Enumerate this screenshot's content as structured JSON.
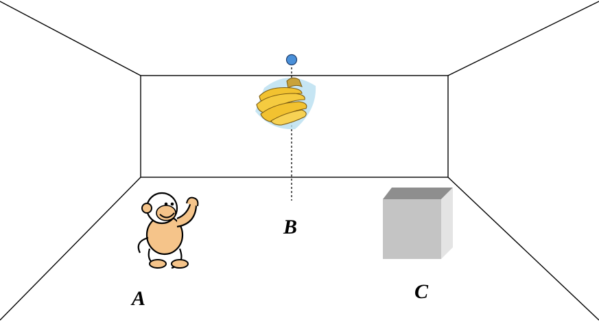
{
  "labels": {
    "a": "A",
    "b": "B",
    "c": "C"
  },
  "colors": {
    "line": "#000000",
    "ceiling_hook": "#4a90d9",
    "banana": "#f2c230",
    "banana_outline": "#7a5a10",
    "banana_glow": "#b8dff0",
    "monkey_fur": "#f5c48a",
    "monkey_outline": "#000000",
    "box_front": "#c4c4c4",
    "box_top": "#8e8e8e",
    "box_side": "#e4e4e4"
  },
  "icons": {
    "monkey": "monkey-icon",
    "bananas": "banana-bunch-icon",
    "box": "box-icon"
  }
}
